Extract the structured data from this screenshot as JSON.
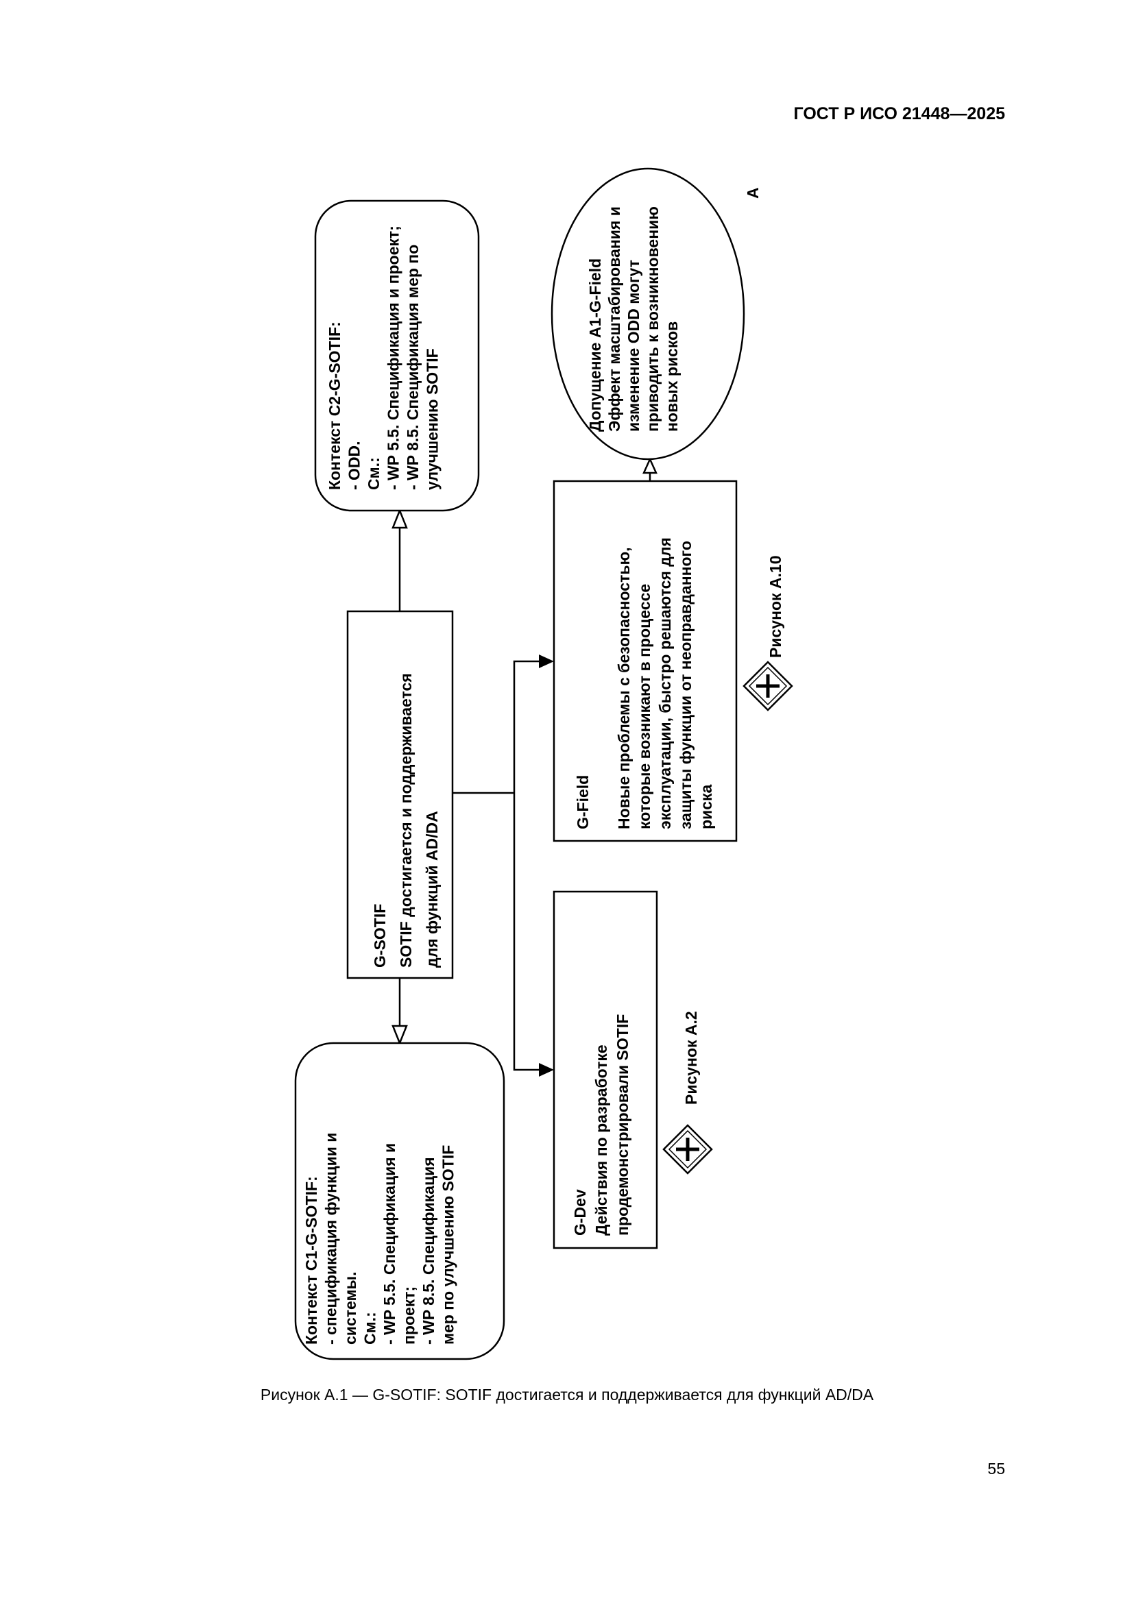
{
  "header": {
    "doc_id": "ГОСТ Р ИСО 21448—2025"
  },
  "caption": "Рисунок А.1 — G-SOTIF: SOTIF достигается и поддерживается для функций AD/DA",
  "page_number": "55",
  "diagram": {
    "nodes": {
      "goal_sotif": {
        "lines": [
          "G-SOTIF",
          "SOTIF достигается и поддерживается",
          "для функций AD/DA"
        ]
      },
      "context_c1": {
        "lines": [
          "Контекст C1-G-SOTIF:",
          " - спецификация функции и",
          "   системы.",
          "См.:",
          " - WP 5.5. Спецификация и",
          "   проект;",
          " - WP 8.5. Спецификация",
          "   мер по улучшению SOTIF"
        ]
      },
      "context_c2": {
        "lines": [
          "Контекст C2-G-SOTIF:",
          " - ODD.",
          "См.:",
          " - WP 5.5. Спецификация и проект;",
          " - WP 8.5. Спецификация мер по",
          "   улучшению SOTIF"
        ]
      },
      "goal_dev": {
        "lines": [
          "G-Dev",
          "Действия по разработке",
          "продемонстрировали SOTIF"
        ]
      },
      "goal_field": {
        "lines": [
          "G-Field",
          "",
          "Новые проблемы с безопасностью,",
          "которые возникают в процессе",
          "эксплуатации, быстро решаются для",
          "защиты функции от неоправданного",
          "риска"
        ]
      },
      "assumption_a1": {
        "lines": [
          "Допущение A1-G-Field",
          "Эффект масштабирования и",
          "изменение ODD могут",
          "приводить к возникновению",
          "новых рисков"
        ],
        "marker": "A"
      }
    },
    "refs": {
      "dev": "Рисунок А.2",
      "field": "Рисунок А.10"
    }
  }
}
